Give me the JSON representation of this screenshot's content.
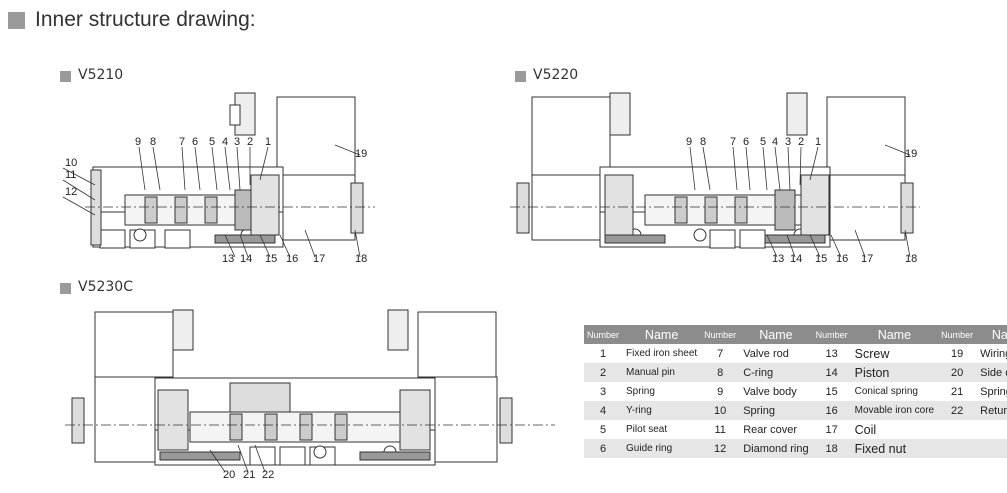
{
  "page_title": "Inner structure drawing:",
  "diagrams": {
    "v5210": {
      "label": "V5210",
      "callouts": [
        "9",
        "8",
        "7",
        "6",
        "5",
        "4",
        "3",
        "2",
        "1",
        "19",
        "10",
        "11",
        "12",
        "13",
        "14",
        "15",
        "16",
        "17",
        "18"
      ]
    },
    "v5220": {
      "label": "V5220",
      "callouts": [
        "9",
        "8",
        "7",
        "6",
        "5",
        "4",
        "3",
        "2",
        "1",
        "19",
        "13",
        "14",
        "15",
        "16",
        "17",
        "18"
      ]
    },
    "v5230c": {
      "label": "V5230C",
      "callouts": [
        "20",
        "21",
        "22"
      ]
    }
  },
  "parts_table": {
    "headers": [
      "Number",
      "Name",
      "Number",
      "Name",
      "Number",
      "Name",
      "Number",
      "Name"
    ],
    "rows": [
      [
        "1",
        "Fixed iron sheet",
        "7",
        "Valve rod",
        "13",
        "Screw",
        "19",
        "Wiring box"
      ],
      [
        "2",
        "Manual pin",
        "8",
        "C-ring",
        "14",
        "Piston",
        "20",
        "Side cover"
      ],
      [
        "3",
        "Spring",
        "9",
        "Valve body",
        "15",
        "Conical spring",
        "21",
        "Spring"
      ],
      [
        "4",
        "Y-ring",
        "10",
        "Spring",
        "16",
        "Movable iron core",
        "22",
        "Return seat"
      ],
      [
        "5",
        "Pilot seat",
        "11",
        "Rear cover",
        "17",
        "Coil",
        "",
        ""
      ],
      [
        "6",
        "Guide ring",
        "12",
        "Diamond ring",
        "18",
        "Fixed nut",
        "",
        ""
      ]
    ]
  },
  "colors": {
    "header_bg": "#8c8c8c",
    "alt_row_bg": "#e6e6e6",
    "marker_gray": "#9a9a9a"
  }
}
